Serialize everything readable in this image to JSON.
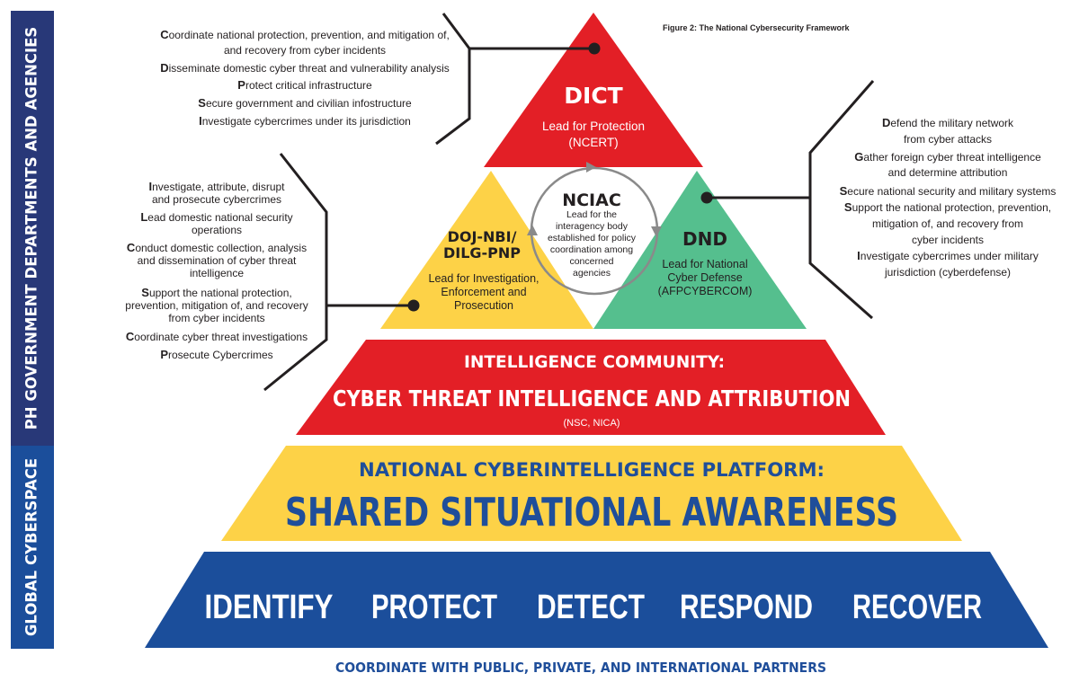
{
  "figure_caption": "Figure 2: The National Cybersecurity Framework",
  "side_labels": {
    "top": "PH GOVERNMENT DEPARTMENTS AND AGENCIES",
    "bottom": "GLOBAL CYBERSPACE"
  },
  "dict": {
    "title": "DICT",
    "subtitle_1": "Lead for Protection",
    "subtitle_2": "(NCERT)",
    "bullets": [
      "Coordinate national protection, prevention, and mitigation of,",
      "and recovery from cyber incidents",
      "Disseminate domestic cyber threat and vulnerability analysis",
      "Protect critical infrastructure",
      "Secure government and civilian infostructure",
      "Investigate cybercrimes under its jurisdiction"
    ]
  },
  "nciac": {
    "title": "NCIAC",
    "lines": [
      "Lead for the",
      "interagency body",
      "established for policy",
      "coordination among",
      "concerned",
      "agencies"
    ]
  },
  "doj": {
    "title_1": "DOJ-NBI/",
    "title_2": "DILG-PNP",
    "lines": [
      "Lead for Investigation,",
      "Enforcement and",
      "Prosecution"
    ],
    "bullets": [
      "Investigate, attribute, disrupt",
      "and prosecute cybercrimes",
      "Lead domestic national security",
      "operations",
      "Conduct domestic collection, analysis",
      "and dissemination of cyber threat",
      "intelligence",
      "Support the national protection,",
      "prevention, mitigation of, and recovery",
      "from cyber incidents",
      "Coordinate cyber threat investigations",
      "Prosecute Cybercrimes"
    ]
  },
  "dnd": {
    "title": "DND",
    "lines": [
      "Lead for National",
      "Cyber Defense",
      "(AFPCYBERCOM)"
    ],
    "bullets": [
      "Defend  the military network",
      "from cyber attacks",
      "Gather foreign cyber threat intelligence",
      "and determine attribution",
      "Secure national security and military systems",
      "Support the national protection, prevention,",
      "mitigation of, and recovery from",
      "cyber incidents",
      "Investigate cybercrimes under military",
      "jurisdiction (cyberdefense)"
    ]
  },
  "intel": {
    "line_1": "INTELLIGENCE COMMUNITY:",
    "line_2": "CYBER THREAT INTELLIGENCE AND ATTRIBUTION",
    "line_3": "(NSC, NICA)"
  },
  "platform": {
    "line_1": "NATIONAL CYBERINTELLIGENCE PLATFORM:",
    "line_2": "SHARED SITUATIONAL AWARENESS"
  },
  "functions": [
    "IDENTIFY",
    "PROTECT",
    "DETECT",
    "RESPOND",
    "RECOVER"
  ],
  "footer": "COORDINATE WITH PUBLIC, PRIVATE, AND INTERNATIONAL PARTNERS",
  "colors": {
    "navy": "#283878",
    "blue": "#1b4e9b",
    "red": "#e31f26",
    "yellow": "#fdd247",
    "green": "#55bf8e",
    "text_dark": "#231f20",
    "text_blue": "#1f4e9a"
  }
}
